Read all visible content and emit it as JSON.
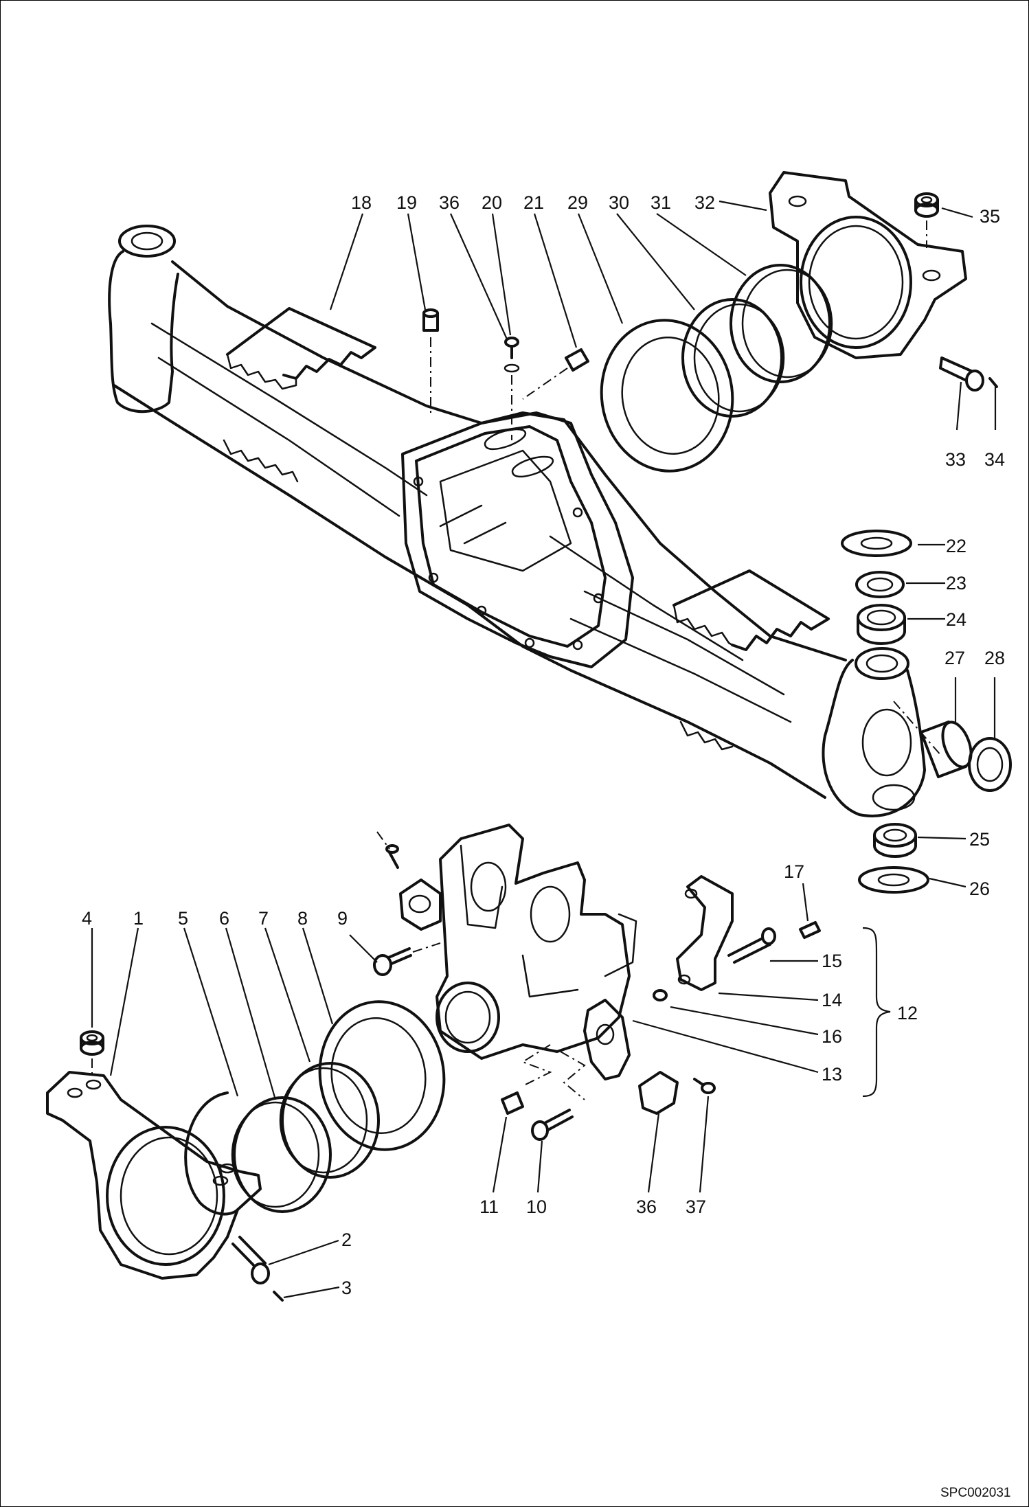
{
  "drawing_code": "SPC002031",
  "callouts": {
    "c18": "18",
    "c19": "19",
    "c36a": "36",
    "c20": "20",
    "c21": "21",
    "c29": "29",
    "c30": "30",
    "c31": "31",
    "c32": "32",
    "c35": "35",
    "c33": "33",
    "c34": "34",
    "c22": "22",
    "c23": "23",
    "c24": "24",
    "c27": "27",
    "c28": "28",
    "c25": "25",
    "c26": "26",
    "c17": "17",
    "c4": "4",
    "c1": "1",
    "c5": "5",
    "c6": "6",
    "c7": "7",
    "c8": "8",
    "c9": "9",
    "c15": "15",
    "c14": "14",
    "c12": "12",
    "c16": "16",
    "c13": "13",
    "c11": "11",
    "c10": "10",
    "c36b": "36",
    "c37": "37",
    "c2": "2",
    "c3": "3"
  }
}
